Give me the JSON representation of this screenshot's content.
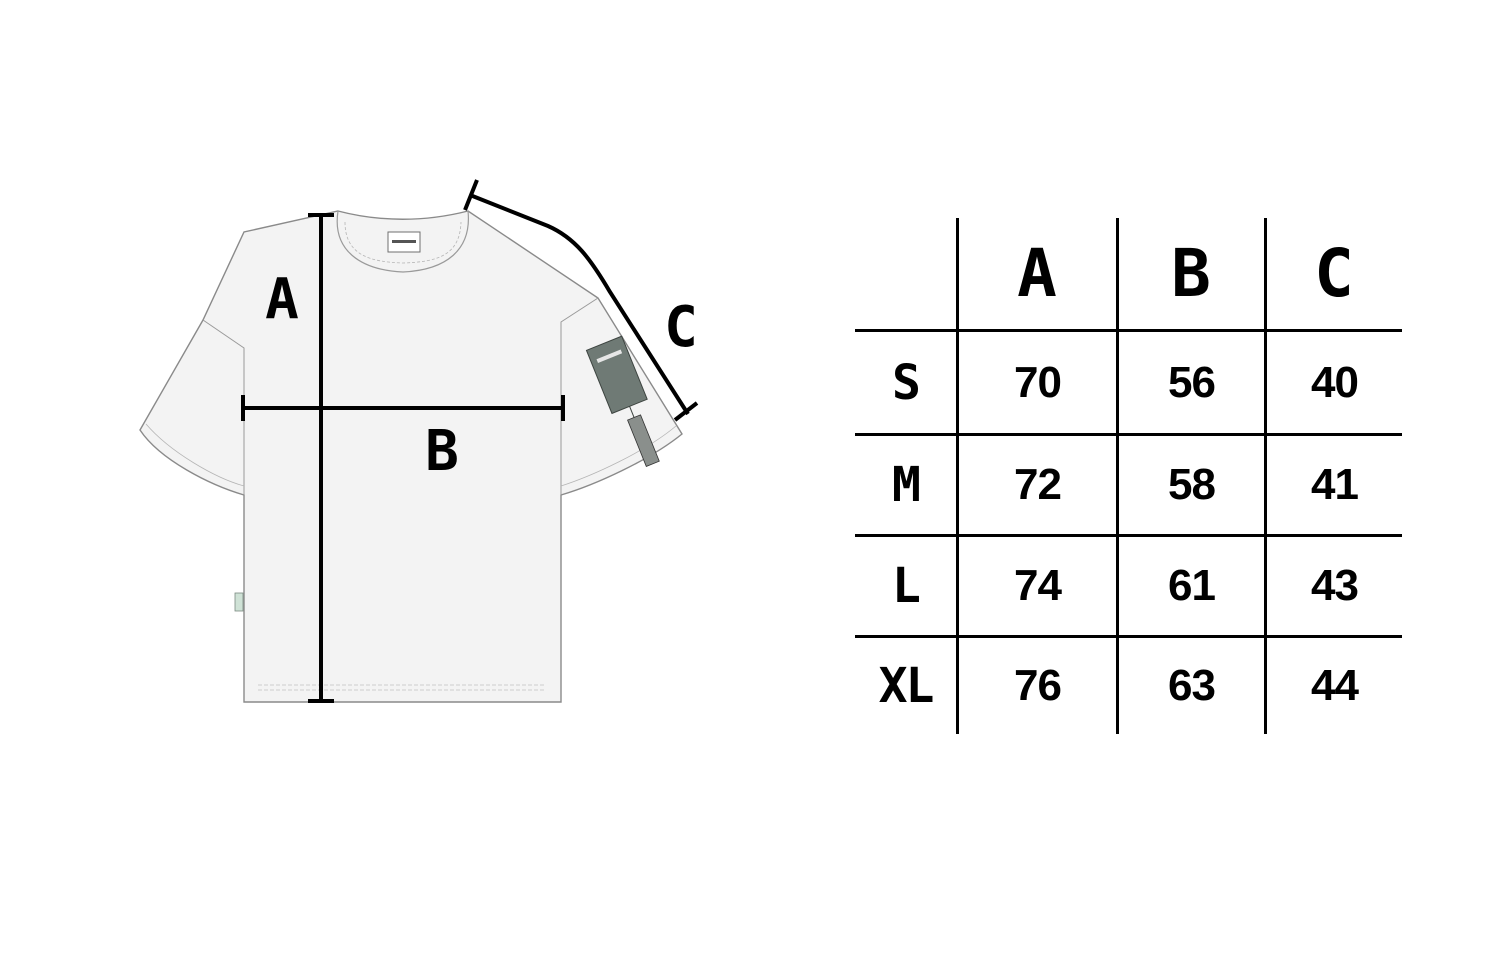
{
  "diagram": {
    "labels": {
      "a": "A",
      "b": "B",
      "c": "C"
    },
    "colors": {
      "shirt_fill": "#f3f3f3",
      "shirt_stroke": "#8a8a8a",
      "line": "#000000",
      "tag": "#6f7a75"
    }
  },
  "size_table": {
    "columns": [
      "A",
      "B",
      "C"
    ],
    "rows": [
      {
        "size": "S",
        "values": [
          "70",
          "56",
          "40"
        ]
      },
      {
        "size": "M",
        "values": [
          "72",
          "58",
          "41"
        ]
      },
      {
        "size": "L",
        "values": [
          "74",
          "61",
          "43"
        ]
      },
      {
        "size": "XL",
        "values": [
          "76",
          "63",
          "44"
        ]
      }
    ]
  }
}
